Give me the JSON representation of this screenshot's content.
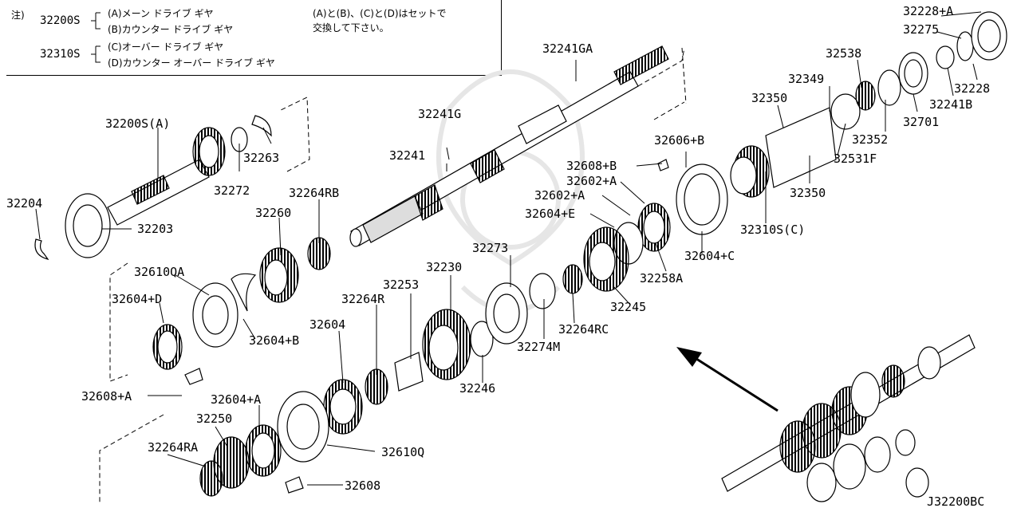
{
  "notes": {
    "marker": "注)",
    "group1_code": "32200S",
    "line_a": "(A)メーン ドライブ ギヤ",
    "line_b": "(B)カウンター ドライブ ギヤ",
    "group2_code": "32310S",
    "line_c": "(C)オーバー ドライブ ギヤ",
    "line_d": "(D)カウンター オーバー ドライブ ギヤ",
    "set_note_1": "(A)と(B)、(C)と(D)はセットで",
    "set_note_2": "交換して下さい。"
  },
  "callouts": {
    "c32228A": "32228+A",
    "c32275": "32275",
    "c32538": "32538",
    "c32228": "32228",
    "c32349": "32349",
    "c32241B": "32241B",
    "c32350a": "32350",
    "c32701": "32701",
    "c32352": "32352",
    "c32531F": "32531F",
    "c32350b": "32350",
    "c32606B": "32606+B",
    "c32608B": "32608+B",
    "c32602A1": "32602+A",
    "c32602A2": "32602+A",
    "c32604E": "32604+E",
    "c32310SC": "32310S(C)",
    "c32604C": "32604+C",
    "c32258A": "32258A",
    "c32245": "32245",
    "c32241GA": "32241GA",
    "c32241G": "32241G",
    "c32241": "32241",
    "c32200SA": "32200S(A)",
    "c32263": "32263",
    "c32272": "32272",
    "c32204": "32204",
    "c32203": "32203",
    "c32264RB": "32264RB",
    "c32260": "32260",
    "c32610QA": "32610QA",
    "c32604D": "32604+D",
    "c32604B": "32604+B",
    "c32273": "32273",
    "c32230": "32230",
    "c32253": "32253",
    "c32264R": "32264R",
    "c32264RC": "32264RC",
    "c32274M": "32274M",
    "c32604": "32604",
    "c32246": "32246",
    "c32608A": "32608+A",
    "c32604A": "32604+A",
    "c32250": "32250",
    "c32264RA": "32264RA",
    "c32610Q": "32610Q",
    "c32608": "32608"
  },
  "diagram_code": "J32200BC"
}
